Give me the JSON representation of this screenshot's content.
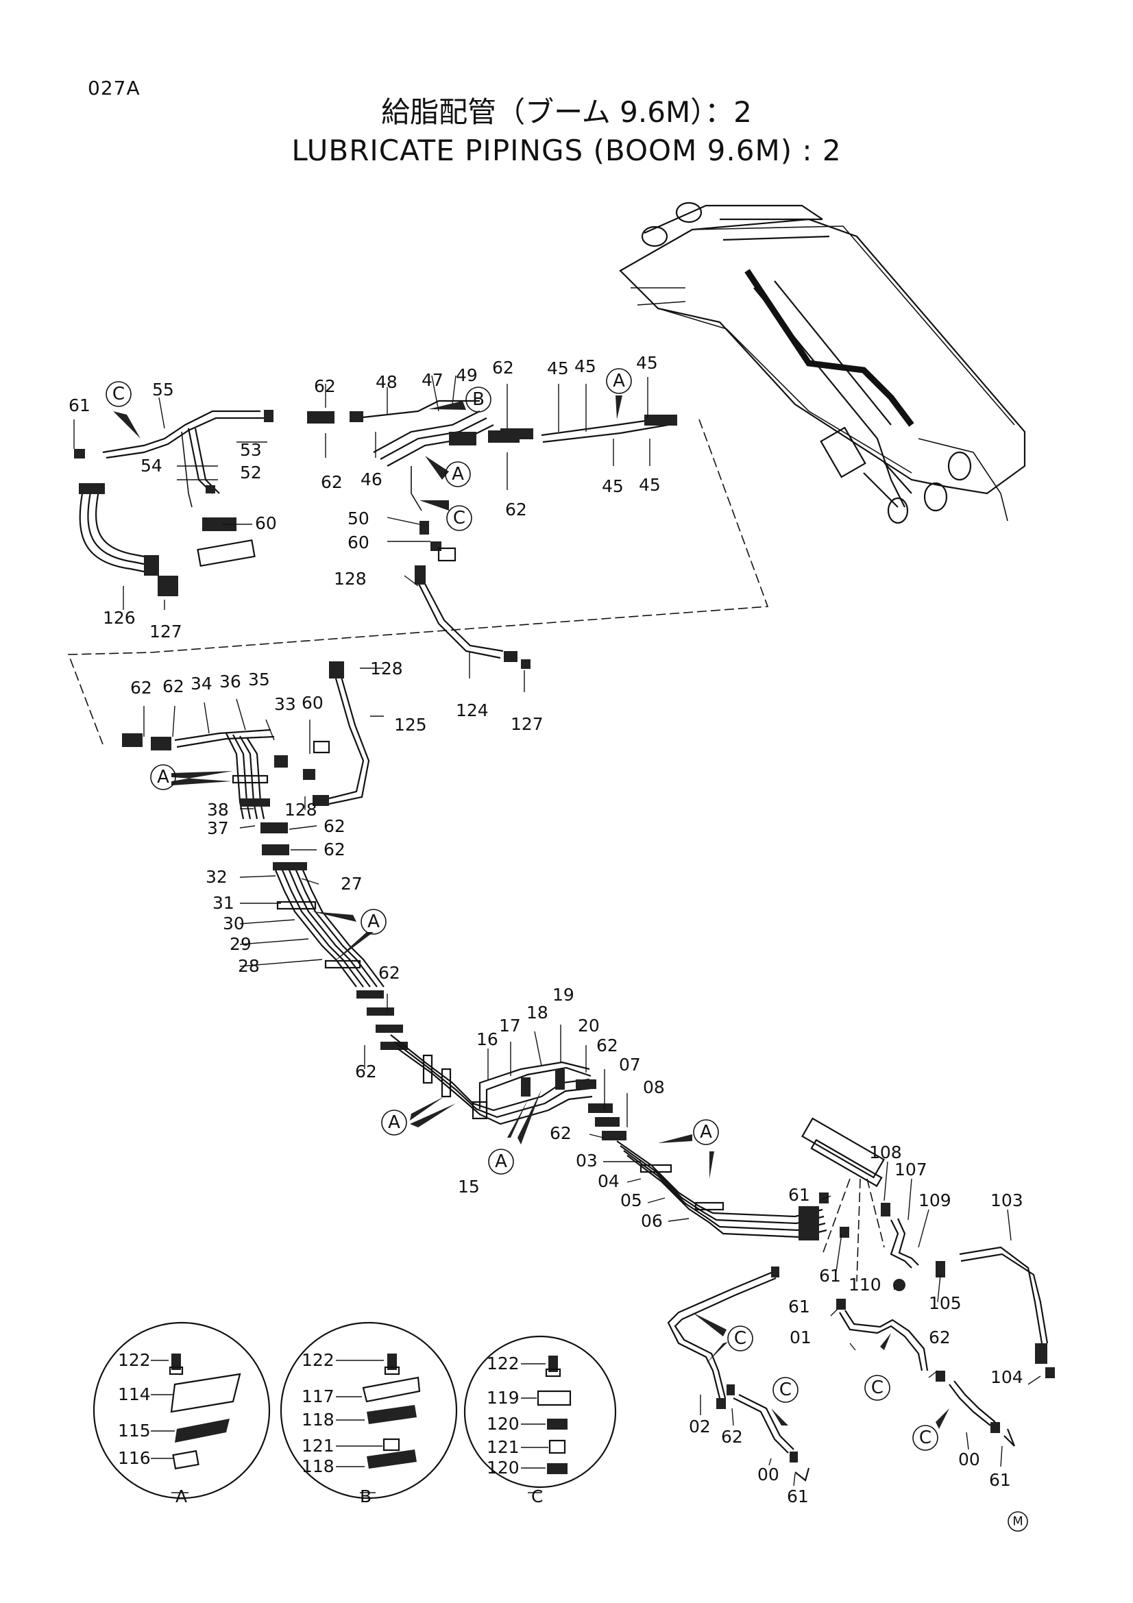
{
  "page_code": "027A",
  "title_jp": "給脂配管（ブーム 9.6M）：2",
  "title_en": "LUBRICATE PIPINGS (BOOM 9.6M) : 2",
  "mark": "M",
  "callouts": {
    "A": "A",
    "B": "B",
    "C": "C"
  },
  "labels": {
    "l61a": "61",
    "l55": "55",
    "l54": "54",
    "l53": "53",
    "l52": "52",
    "l60a": "60",
    "l62a": "62",
    "l62b": "62",
    "l48": "48",
    "l47": "47",
    "l49": "49",
    "l46": "46",
    "l50": "50",
    "l60b": "60",
    "l128a": "128",
    "l62c": "62",
    "l62d": "62",
    "l45a": "45",
    "l45b": "45",
    "l45c": "45",
    "l45d": "45",
    "l45e": "45",
    "l126": "126",
    "l127a": "127",
    "l124": "124",
    "l127b": "127",
    "l62e": "62",
    "l62f": "62",
    "l34": "34",
    "l36": "36",
    "l35": "35",
    "l33": "33",
    "l60c": "60",
    "l128b": "128",
    "l125": "125",
    "l128c": "128",
    "l38": "38",
    "l37": "37",
    "l62g": "62",
    "l62h": "62",
    "l32": "32",
    "l27": "27",
    "l31": "31",
    "l30": "30",
    "l29": "29",
    "l28": "28",
    "l62i": "62",
    "l62j": "62",
    "l16": "16",
    "l17": "17",
    "l18": "18",
    "l19": "19",
    "l20": "20",
    "l62k": "62",
    "l07": "07",
    "l08": "08",
    "l62l": "62",
    "l03": "03",
    "l04": "04",
    "l05": "05",
    "l06": "06",
    "l15": "15",
    "l108": "108",
    "l107": "107",
    "l109": "109",
    "l103": "103",
    "l61b": "61",
    "l61c": "61",
    "l61d": "61",
    "l110": "110",
    "l105": "105",
    "l01": "01",
    "l62m": "62",
    "l104": "104",
    "l02": "02",
    "l62n": "62",
    "l00a": "00",
    "l61e": "61",
    "l00b": "00",
    "l61f": "61"
  },
  "details": {
    "A": {
      "caption": "A",
      "parts": [
        "122",
        "114",
        "115",
        "116"
      ]
    },
    "B": {
      "caption": "B",
      "parts": [
        "122",
        "117",
        "118",
        "121",
        "118"
      ]
    },
    "C": {
      "caption": "C",
      "parts": [
        "122",
        "119",
        "120",
        "121",
        "120"
      ]
    }
  }
}
